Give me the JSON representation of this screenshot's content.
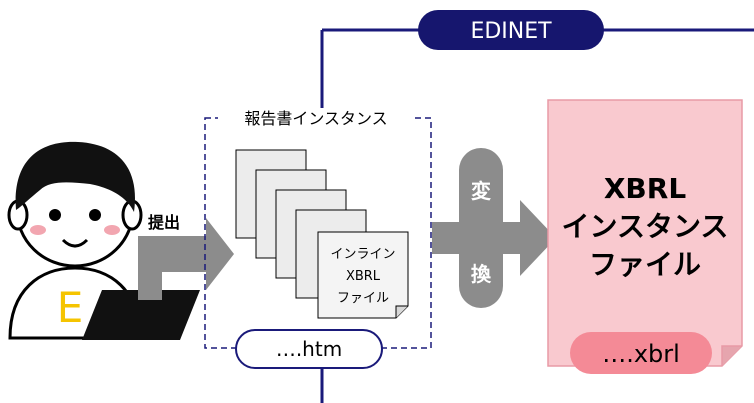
{
  "system": {
    "name": "EDINET"
  },
  "submitter": {
    "badge_letter": "E",
    "action_label": "提出"
  },
  "report_instance": {
    "title": "報告書インスタンス",
    "inline_file_lines": [
      "インライン",
      "XBRL",
      "ファイル"
    ],
    "extension_label": "….htm"
  },
  "conversion": {
    "label_chars": [
      "変",
      "換"
    ]
  },
  "output_file": {
    "title_lines": [
      "XBRL",
      "インスタンス",
      "ファイル"
    ],
    "extension_label": "….xbrl"
  },
  "colors": {
    "edinet_navy": "#1a1a7a",
    "arrow_gray": "#8c8c8c",
    "doc_pink": "#f9c9cf",
    "doc_pink_border": "#e89aa6",
    "ext_pink": "#f48a96",
    "badge_yellow": "#f5c400"
  }
}
